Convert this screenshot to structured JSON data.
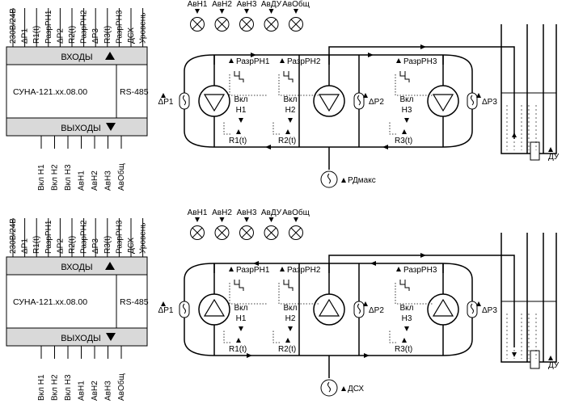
{
  "controller": {
    "inputs_header": "ВХОДЫ",
    "outputs_header": "ВЫХОДЫ",
    "model": "СУНА-121.xx.08.00",
    "interface": "RS-485",
    "input_pins": [
      "230В/24В",
      "ΔP1",
      "R1(t)",
      "РазрРН1",
      "ΔP2",
      "R2(t)",
      "РазрРН2",
      "ΔP3",
      "R3(t)",
      "РазрРН3",
      "ДСХ",
      "Уровень"
    ],
    "output_pins": [
      "Вкл Н1",
      "Вкл Н2",
      "Вкл Н3",
      "АвН1",
      "АвН2",
      "АвН3",
      "АвОбщ"
    ]
  },
  "alarm_lamps": [
    "АвН1",
    "АвН2",
    "АвН3",
    "АвДУ",
    "АвОбщ"
  ],
  "pumps": [
    {
      "permit": "РазрРН1",
      "on_label": "Вкл",
      "pump_id": "Н1",
      "temp": "R1(t)",
      "dp": "ΔP1"
    },
    {
      "permit": "РазрРН2",
      "on_label": "Вкл",
      "pump_id": "Н2",
      "temp": "R2(t)",
      "dp": "ΔP2"
    },
    {
      "permit": "РазрРН3",
      "on_label": "Вкл",
      "pump_id": "Н3",
      "temp": "R3(t)",
      "dp": "ΔP3"
    }
  ],
  "top_diagram": {
    "pressure_switch": "РДмакс",
    "level_sensor": "ДУ"
  },
  "bottom_diagram": {
    "pressure_switch": "ДСХ",
    "level_sensor": "ДУ"
  }
}
